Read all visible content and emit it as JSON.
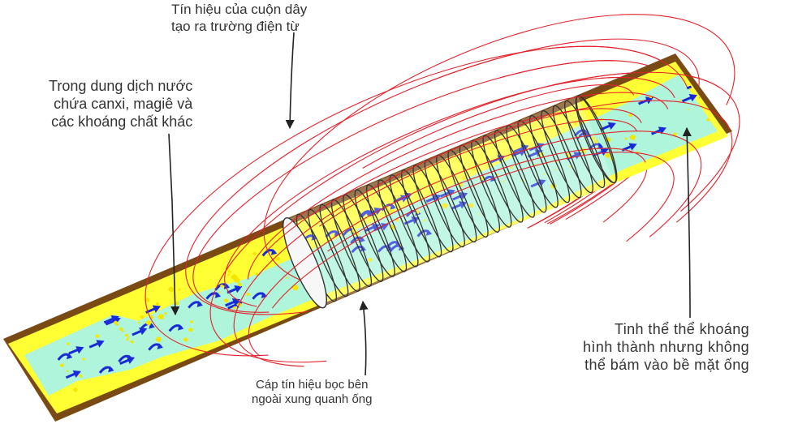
{
  "colors": {
    "background": "#ffffff",
    "pipe_wall": "#7a4a14",
    "scale_layer": "#ffff33",
    "water": "#aef5dc",
    "flow_arrow": "#1a2bd6",
    "mineral_particle": "#f5e600",
    "field_line": "#e3222b",
    "coil_wire": "#333333",
    "coil_fill": "#f7f7f7",
    "leader_line": "#222222",
    "label_text": "#333333"
  },
  "icons": [
    "flow-arrow-icon",
    "mineral-particle-icon",
    "leader-arrowhead-icon"
  ],
  "labels": {
    "signal_coil": {
      "line1": "Tín hiệu của cuộn dây",
      "line2": "tạo ra trường điện từ"
    },
    "water_minerals": {
      "line1": "Trong dung dịch nước",
      "line2": "chứa canxi, magiê và",
      "line3": "các khoáng chất khác"
    },
    "crystals": {
      "line1": "Tinh thể thể khoáng",
      "line2": "hình thành nhưng không",
      "line3": "thể bám vào bề mặt ống"
    },
    "cable": {
      "line1": "Cáp tín hiệu bọc bên",
      "line2": "ngoài xung quanh ống"
    }
  }
}
